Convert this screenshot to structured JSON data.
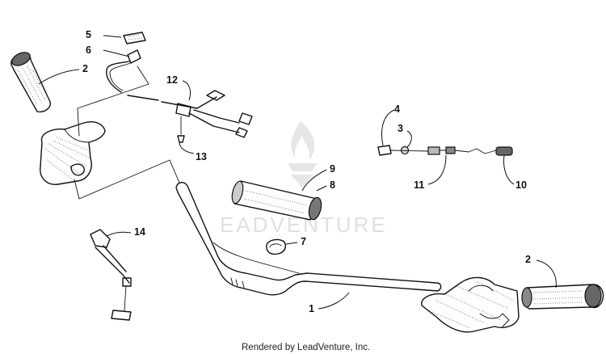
{
  "diagram": {
    "callouts": {
      "c1": "1",
      "c2_left": "2",
      "c2_right": "2",
      "c3": "3",
      "c4": "4",
      "c5": "5",
      "c6": "6",
      "c7": "7",
      "c8": "8",
      "c9": "9",
      "c10": "10",
      "c11": "11",
      "c12": "12",
      "c13": "13",
      "c14": "14"
    },
    "watermark": "EADVENTURE",
    "credit": "Rendered by LeadVenture, Inc."
  }
}
